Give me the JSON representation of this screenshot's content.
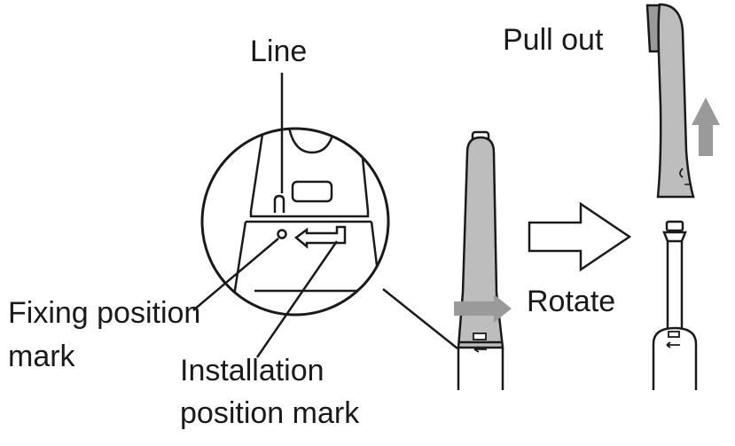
{
  "labels": {
    "line": "Line",
    "pull_out": "Pull out",
    "rotate": "Rotate",
    "fixing_line1": "Fixing position",
    "fixing_line2": "mark",
    "install_line1": "Installation",
    "install_line2": "position mark"
  },
  "colors": {
    "stroke": "#1a1a1a",
    "brush_fill": "#bdbdbd",
    "arrow_fill": "#9a9a9a",
    "background": "#ffffff"
  }
}
